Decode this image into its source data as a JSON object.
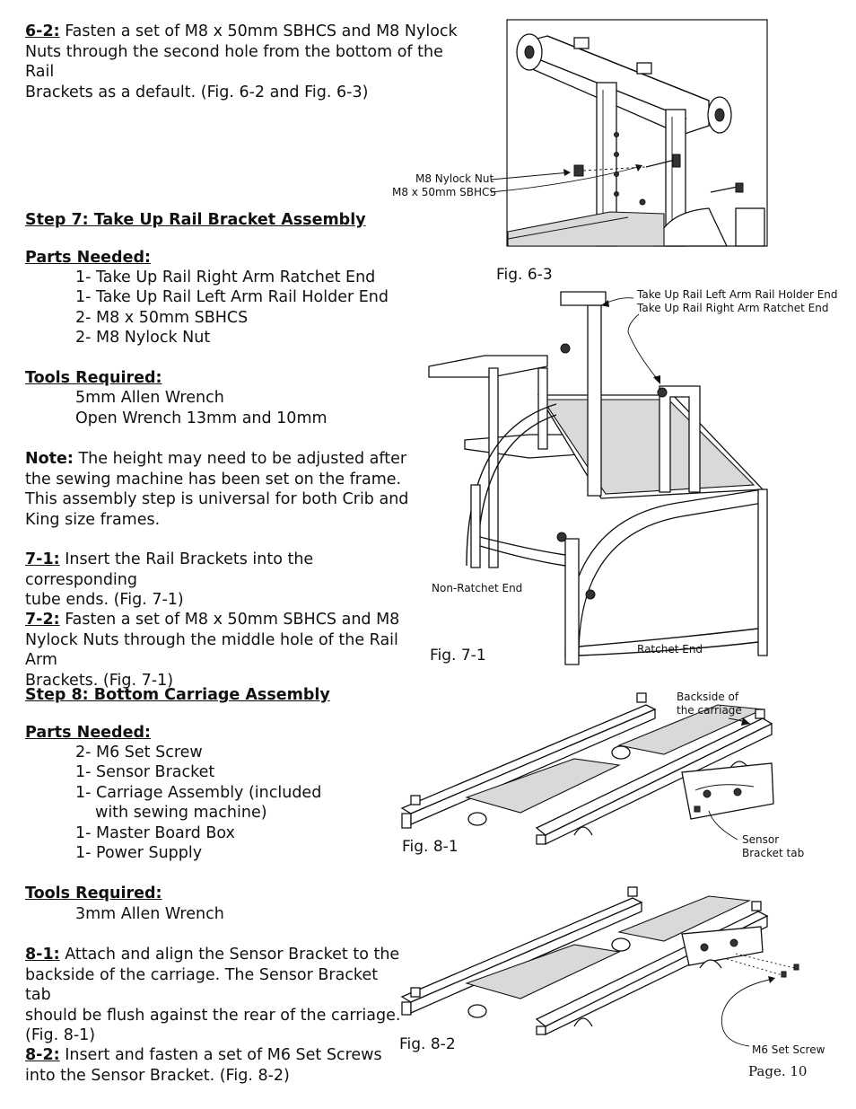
{
  "s62": {
    "num": "6-2:",
    "text": " Fasten a set of M8 x 50mm SBHCS and M8 Nylock",
    "l2": "Nuts through the second hole from the bottom of the Rail",
    "l3": "Brackets as a default. (Fig. 6-2 and Fig. 6-3)"
  },
  "step7": {
    "title": "Step 7: Take Up Rail Bracket Assembly",
    "parts_heading": "Parts Needed:",
    "parts": [
      "1- Take Up Rail Right Arm Ratchet End",
      "1- Take Up Rail Left Arm Rail Holder End",
      "2- M8 x 50mm SBHCS",
      "2- M8 Nylock Nut"
    ],
    "tools_heading": "Tools Required:",
    "tools": [
      "5mm Allen Wrench",
      "Open Wrench 13mm and 10mm"
    ],
    "note_label": "Note:",
    "note_l1": " The height may need to be adjusted after",
    "note_l2": "the sewing machine has been set on the frame.",
    "note_l3": "This assembly step is universal for both Crib and",
    "note_l4": "King size frames.",
    "s71_num": "7-1:",
    "s71_l1": " Insert the Rail Brackets into the corresponding",
    "s71_l2": "tube ends. (Fig. 7-1)",
    "s72_num": "7-2:",
    "s72_l1": " Fasten a set of M8 x 50mm SBHCS and M8",
    "s72_l2": "Nylock Nuts through the middle hole of the Rail Arm",
    "s72_l3": "Brackets. (Fig. 7-1)"
  },
  "step8": {
    "title": "Step 8: Bottom Carriage Assembly",
    "parts_heading": "Parts Needed:",
    "parts": [
      "2- M6 Set Screw",
      "1- Sensor Bracket",
      "1- Carriage Assembly (included",
      "with sewing machine)",
      "1- Master Board Box",
      "1- Power Supply"
    ],
    "tools_heading": "Tools Required:",
    "tools": [
      "3mm Allen Wrench"
    ],
    "s81_num": "8-1:",
    "s81_l1": " Attach and align the Sensor Bracket to the",
    "s81_l2": "backside of the carriage. The Sensor Bracket tab",
    "s81_l3": "should be flush against the rear of the carriage.",
    "s81_l4": "(Fig. 8-1)",
    "s82_num": "8-2:",
    "s82_l1": " Insert and fasten a set of M6 Set Screws",
    "s82_l2": "into the Sensor Bracket. (Fig. 8-2)"
  },
  "fig63": {
    "caption": "Fig. 6-3",
    "label_nut": "M8 Nylock Nut",
    "label_bolt": "M8 x 50mm SBHCS"
  },
  "fig71": {
    "caption": "Fig. 7-1",
    "label_left": "Take Up Rail Left Arm Rail Holder End",
    "label_right": "Take Up Rail Right Arm Ratchet End",
    "label_nonratchet": "Non-Ratchet End",
    "label_ratchet": "Ratchet End"
  },
  "fig81": {
    "caption": "Fig. 8-1",
    "label_back1": "Backside of",
    "label_back2": "the carriage",
    "label_tab1": "Sensor",
    "label_tab2": "Bracket tab"
  },
  "fig82": {
    "caption": "Fig. 8-2",
    "label_screw": "M6 Set Screw"
  },
  "page": "Page. 10"
}
